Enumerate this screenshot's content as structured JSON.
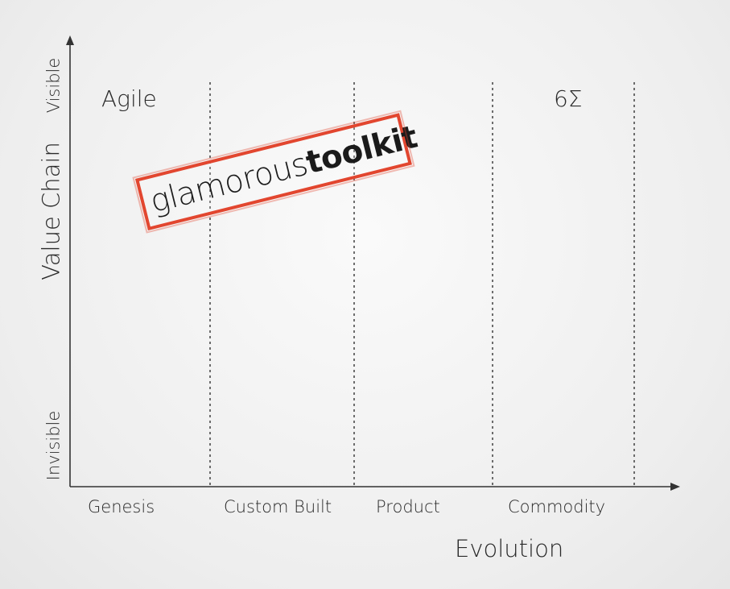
{
  "diagram": {
    "x_axis_title": "Evolution",
    "y_axis_title": "Value Chain",
    "y_ticks": {
      "top": "Visible",
      "bottom": "Invisible"
    },
    "stages": [
      "Genesis",
      "Custom Built",
      "Product",
      "Commodity"
    ],
    "annotations": {
      "left": "Agile",
      "right": "6Σ"
    },
    "logo": {
      "light": "glamorous",
      "bold": "toolkit"
    },
    "colors": {
      "stamp": "#e2462f",
      "axis": "#333333",
      "divider": "#333333"
    }
  }
}
